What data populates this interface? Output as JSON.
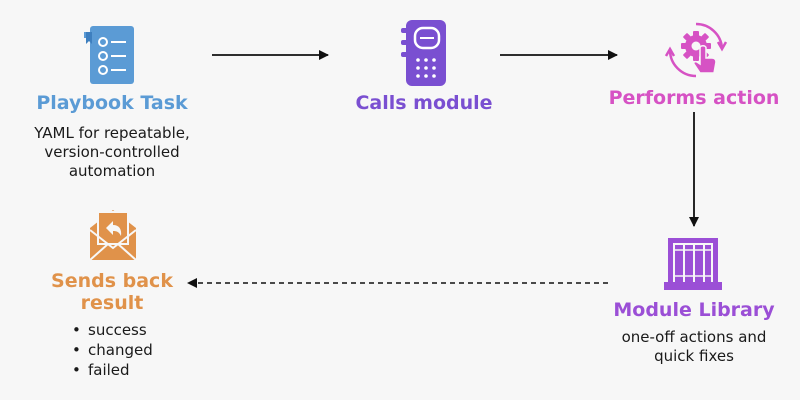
{
  "nodes": {
    "playbook_task": {
      "title": "Playbook Task",
      "description_lines": [
        "YAML for repeatable,",
        "version-controlled",
        "automation"
      ],
      "color": "#5b9bd5",
      "icon": "checklist-icon"
    },
    "calls_module": {
      "title": "Calls module",
      "color": "#7a4fd1",
      "icon": "notebook-icon"
    },
    "performs_action": {
      "title": "Performs action",
      "color": "#d652c4",
      "icon": "gear-touch-icon"
    },
    "module_library": {
      "title": "Module Library",
      "description_lines": [
        "one-off actions and",
        "quick fixes"
      ],
      "color": "#9b4fd6",
      "icon": "library-books-icon"
    },
    "sends_back_result": {
      "title_lines": [
        "Sends back",
        "result"
      ],
      "bullets": [
        "success",
        "changed",
        "failed"
      ],
      "color": "#e0924a",
      "icon": "envelope-reply-icon"
    }
  },
  "edges": [
    {
      "from": "playbook_task",
      "to": "calls_module",
      "style": "solid"
    },
    {
      "from": "calls_module",
      "to": "performs_action",
      "style": "solid"
    },
    {
      "from": "performs_action",
      "to": "module_library",
      "style": "solid"
    },
    {
      "from": "module_library",
      "to": "sends_back_result",
      "style": "dashed"
    }
  ]
}
